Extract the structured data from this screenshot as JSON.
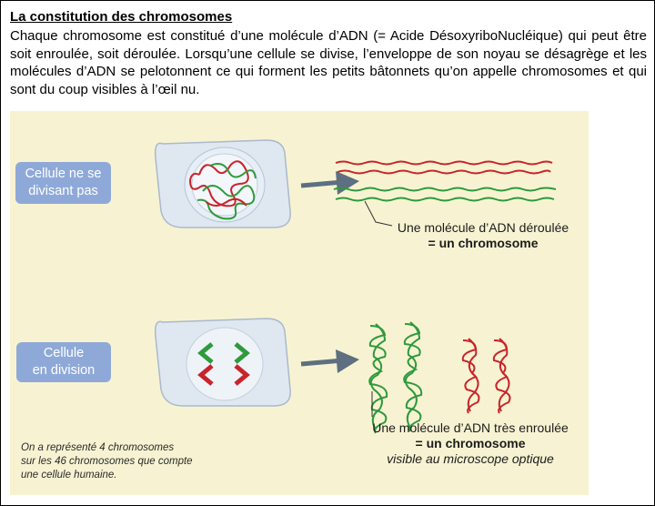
{
  "title": "La constitution des chromosomes",
  "paragraph": "Chaque chromosome est constitué d’une molécule d’ADN (= Acide DésoxyriboNucléique) qui peut être soit enroulée, soit déroulée. Lorsqu’une cellule se divise, l’enveloppe de son noyau se désagrège et les molécules d’ADN se pelotonnent ce qui forment les petits bâtonnets qu’on appelle chromosomes et qui sont du coup visibles à l’œil nu.",
  "figure": {
    "label_top_line1": "Cellule ne se",
    "label_top_line2": "divisant pas",
    "label_bottom_line1": "Cellule",
    "label_bottom_line2": "en division",
    "caption_top_line1": "Une molécule d’ADN déroulée",
    "caption_top_line2": "= un chromosome",
    "caption_bottom_line1": "Une molécule d’ADN très enroulée",
    "caption_bottom_line2": "= un chromosome",
    "caption_bottom_line3": "visible au microscope optique",
    "note_line1": "On a représenté 4 chromosomes",
    "note_line2": "sur les 46 chromosomes que compte",
    "note_line3": "une cellule humaine.",
    "colors": {
      "green": "#2e9a3c",
      "red": "#c8242b",
      "label_bg": "#8ea9d8",
      "figure_bg": "#f7f3d2",
      "arrow": "#5d6f80"
    }
  }
}
